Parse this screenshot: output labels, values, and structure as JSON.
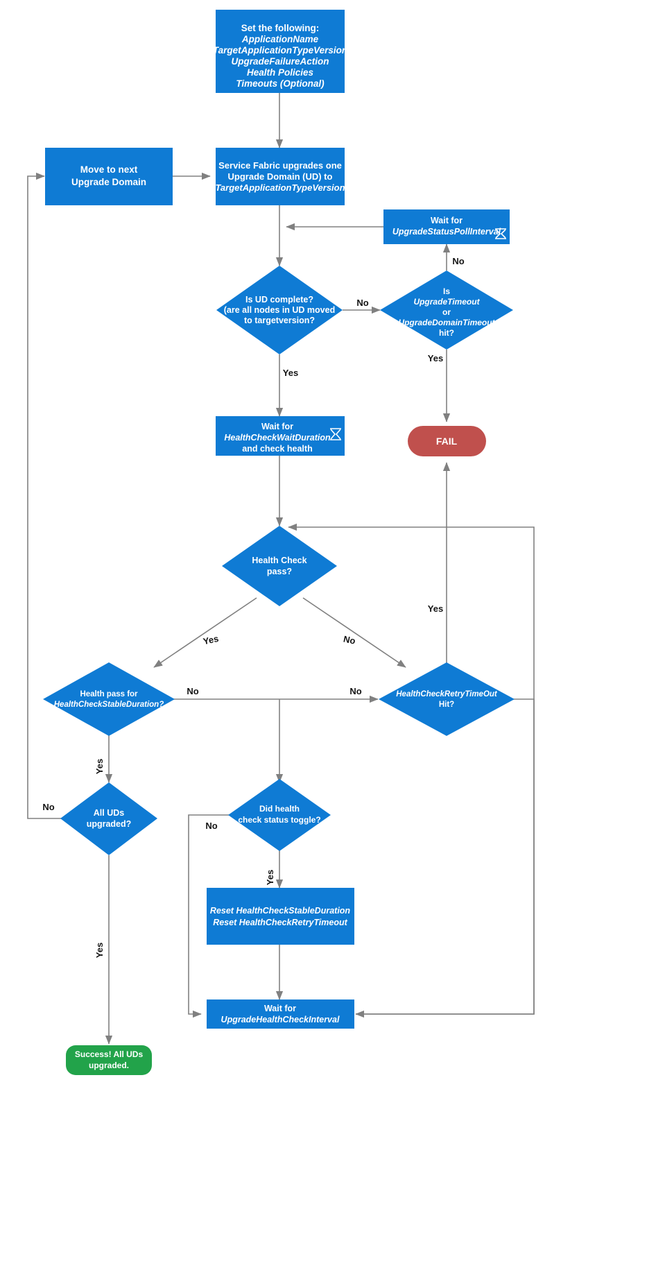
{
  "diagram": {
    "title": "Service Fabric application upgrade flow",
    "colors": {
      "process": "#0f7bd4",
      "decision": "#0f7bd4",
      "fail": "#c0504d",
      "success": "#22a34a",
      "connector": "#808080",
      "node_text": "#ffffff",
      "label_text": "#141414",
      "background": "#ffffff"
    },
    "nodes": [
      {
        "id": "set-parameters",
        "type": "process",
        "lines": [
          {
            "text": "Set the following:",
            "italic": false
          },
          {
            "text": "ApplicationName",
            "italic": true
          },
          {
            "text": "TargetApplicationTypeVersion",
            "italic": true
          },
          {
            "text": "UpgradeFailureAction",
            "italic": true
          },
          {
            "text": "Health Policies",
            "italic": true
          },
          {
            "text": "Timeouts (Optional)",
            "italic": true
          }
        ]
      },
      {
        "id": "move-next-ud",
        "type": "process",
        "lines": [
          {
            "text": "Move to next",
            "italic": false
          },
          {
            "text": "Upgrade Domain",
            "italic": false
          }
        ]
      },
      {
        "id": "sf-upgrades-ud",
        "type": "process",
        "lines": [
          {
            "text": "Service Fabric upgrades one",
            "italic": false
          },
          {
            "text": "Upgrade Domain (UD) to",
            "italic": false
          },
          {
            "text": "TargetApplicationTypeVersion",
            "italic": true
          }
        ]
      },
      {
        "id": "wait-poll-interval",
        "type": "process",
        "icon": "hourglass-icon",
        "lines": [
          {
            "text": "Wait for",
            "italic": false
          },
          {
            "text": "UpgradeStatusPollInterval",
            "italic": true
          }
        ]
      },
      {
        "id": "is-ud-complete",
        "type": "decision",
        "lines": [
          {
            "text": "Is UD complete?",
            "italic": false
          },
          {
            "text": "(are all nodes in UD moved",
            "italic": false
          },
          {
            "text": "to targetversion?",
            "italic": false
          }
        ]
      },
      {
        "id": "is-timeout-hit",
        "type": "decision",
        "lines": [
          {
            "text": "Is",
            "italic": false
          },
          {
            "text": "UpgradeTimeout",
            "italic": true
          },
          {
            "text": "or",
            "italic": false
          },
          {
            "text": "UpgradeDomainTimeout",
            "italic": true
          },
          {
            "text": "hit?",
            "italic": false
          }
        ]
      },
      {
        "id": "wait-health-check-wait-duration",
        "type": "process",
        "icon": "hourglass-icon",
        "lines": [
          {
            "text": "Wait for",
            "italic": false
          },
          {
            "text": "HealthCheckWaitDuration",
            "italic": true
          },
          {
            "text": "and check health",
            "italic": false
          }
        ]
      },
      {
        "id": "fail",
        "type": "terminator-fail",
        "lines": [
          {
            "text": "FAIL",
            "italic": false
          }
        ]
      },
      {
        "id": "health-check-pass",
        "type": "decision",
        "lines": [
          {
            "text": "Health Check",
            "italic": false
          },
          {
            "text": "pass?",
            "italic": false
          }
        ]
      },
      {
        "id": "health-pass-stable-duration",
        "type": "decision",
        "lines": [
          {
            "text": "Health pass for",
            "italic": false
          },
          {
            "text": "HealthCheckStableDuration?",
            "italic": true
          }
        ]
      },
      {
        "id": "health-check-retry-timeout",
        "type": "decision",
        "lines": [
          {
            "text": "HealthCheckRetryTimeOut",
            "italic": true
          },
          {
            "text": "Hit?",
            "italic": false
          }
        ]
      },
      {
        "id": "all-uds-upgraded",
        "type": "decision",
        "lines": [
          {
            "text": "All UDs",
            "italic": false
          },
          {
            "text": "upgraded?",
            "italic": false
          }
        ]
      },
      {
        "id": "did-health-toggle",
        "type": "decision",
        "lines": [
          {
            "text": "Did health",
            "italic": false
          },
          {
            "text": "check status toggle?",
            "italic": false
          }
        ]
      },
      {
        "id": "reset-timers",
        "type": "process",
        "lines": [
          {
            "text": "Reset HealthCheckStableDuration",
            "italic": true
          },
          {
            "text": "Reset HealthCheckRetryTimeout",
            "italic": true
          }
        ]
      },
      {
        "id": "wait-upgrade-health-check-interval",
        "type": "process",
        "lines": [
          {
            "text": "Wait for",
            "italic": false
          },
          {
            "text": "UpgradeHealthCheckInterval",
            "italic": true
          }
        ]
      },
      {
        "id": "success",
        "type": "terminator-success",
        "lines": [
          {
            "text": "Success! All UDs",
            "italic": false
          },
          {
            "text": "upgraded.",
            "italic": false
          }
        ]
      }
    ],
    "edge_labels": {
      "ud_complete_no": "No",
      "ud_complete_yes": "Yes",
      "timeout_no": "No",
      "timeout_yes": "Yes",
      "health_check_yes": "Yes",
      "health_check_no": "No",
      "stable_duration_no": "No",
      "stable_duration_yes": "Yes",
      "retry_timeout_no": "No",
      "retry_timeout_yes": "Yes",
      "all_uds_no": "No",
      "all_uds_yes": "Yes",
      "toggle_no": "No",
      "toggle_yes": "Yes"
    }
  }
}
